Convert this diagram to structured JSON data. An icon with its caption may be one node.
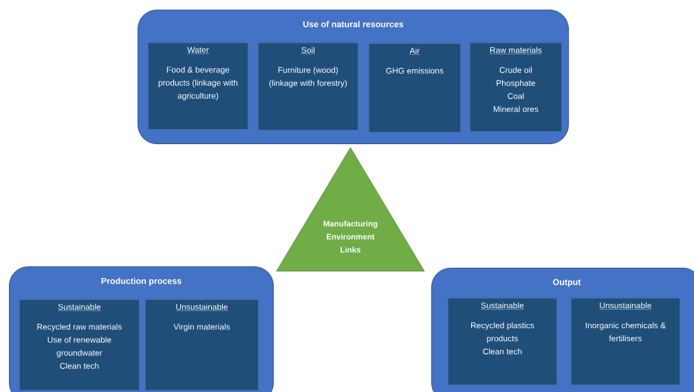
{
  "diagram": {
    "nodes": [
      {
        "text": [
          "Use of natural resources"
        ]
      },
      {
        "text": [
          "Water",
          "Food & beverage products (linkage with agriculture)"
        ],
        "in": 0
      },
      {
        "text": [
          "Soil",
          "Furniture (wood) (linkage with forestry)"
        ],
        "in": 0
      },
      {
        "text": [
          "Air",
          "GHG emissions"
        ],
        "in": 0
      },
      {
        "text": [
          "Raw materials",
          "Crude oil",
          "Phosphate",
          "Coal",
          "Mineral ores"
        ],
        "in": 0
      },
      {
        "text": [
          "Manufacturing Environment Links"
        ]
      },
      {
        "text": [
          "Production process"
        ]
      },
      {
        "text": [
          "Sustainable",
          "Recycled raw materials",
          "Use of renewable groundwater",
          "Clean tech"
        ],
        "in": 6
      },
      {
        "text": [
          "Unsustainable",
          "Virgin materials"
        ],
        "in": 6
      },
      {
        "text": [
          "Output"
        ]
      },
      {
        "text": [
          "Sustainable",
          "Recycled plastics products",
          "Clean tech"
        ],
        "in": 9
      },
      {
        "text": [
          "Unsustainable",
          "Inorganic chemicals & fertilisers"
        ],
        "in": 9
      }
    ]
  }
}
